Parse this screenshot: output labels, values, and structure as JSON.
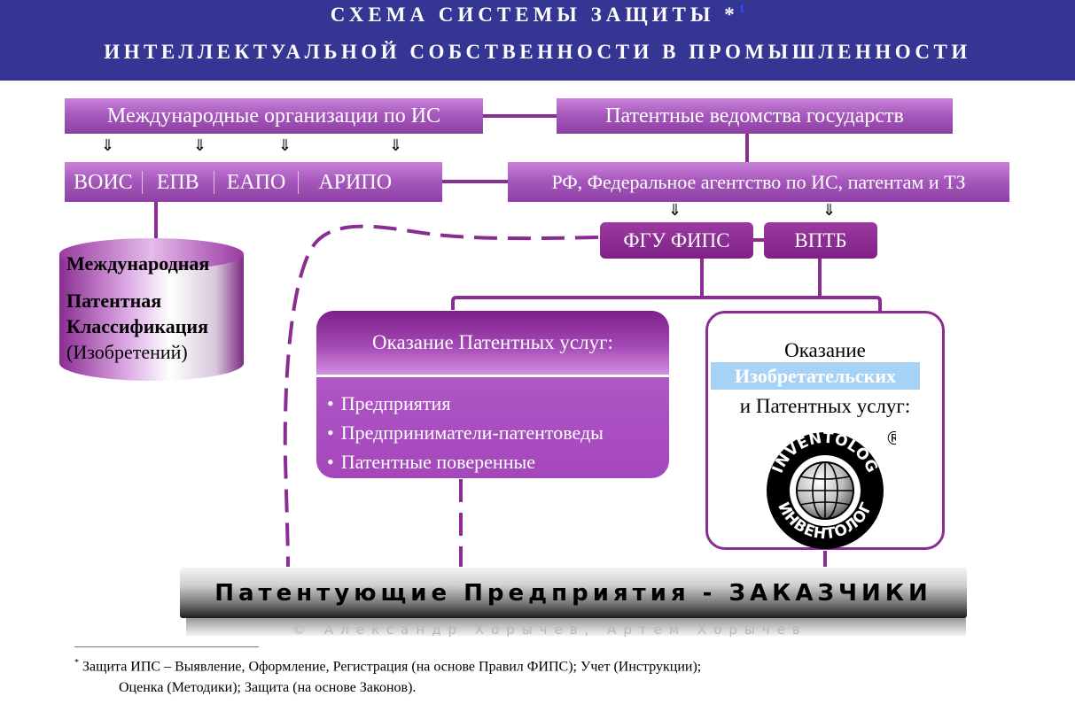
{
  "header": {
    "title_line1": "СХЕМА СИСТЕМЫ ЗАЩИТЫ *",
    "title_sup": "1",
    "title_line2": "ИНТЕЛЛЕКТУАЛЬНОЙ СОБСТВЕННОСТИ В ПРОМЫШЛЕННОСТИ"
  },
  "nodes": {
    "intl_orgs": "Международные организации по ИС",
    "patent_offices": "Патентные ведомства государств",
    "orgs": [
      "ВОИС",
      "ЕПВ",
      "ЕАПО",
      "АРИПО"
    ],
    "rf_agency": "РФ, Федеральное агентство по ИС, патентам и ТЗ",
    "fgu_fips": "ФГУ ФИПС",
    "vptb": "ВПТБ"
  },
  "ipc": {
    "line1": "Международная",
    "line2": "Патентная",
    "line3": "Классификация",
    "line4": "(Изобретений)"
  },
  "patent_services": {
    "title": "Оказание Патентных услуг:",
    "items": [
      "Предприятия",
      "Предприниматели-патентоведы",
      "Патентные поверенные"
    ]
  },
  "inventive_services": {
    "line1": "Оказание",
    "line2": "Изобретательских",
    "line3": "и Патентных услуг:",
    "logo_text_top": "INVENTOLOG",
    "logo_text_bottom": "ИНВЕНТОЛОГ",
    "logo_mark": "®"
  },
  "customers": {
    "label": "Патентующие Предприятия - ЗАКАЗЧИКИ"
  },
  "copyright": "© Александр Хорычев, Артем Хорычев",
  "footnote": {
    "mark": "*",
    "line1": "Защита ИПС – Выявление, Оформление, Регистрация (на основе Правил ФИПС); Учет (Инструкции);",
    "line2": "Оценка (Методики); Защита (на основе Законов)."
  },
  "colors": {
    "header_bg": "#353594",
    "purple_main": "#8e3fa4",
    "purple_dark": "#7e2186",
    "highlight_blue": "#a6d2f6"
  }
}
